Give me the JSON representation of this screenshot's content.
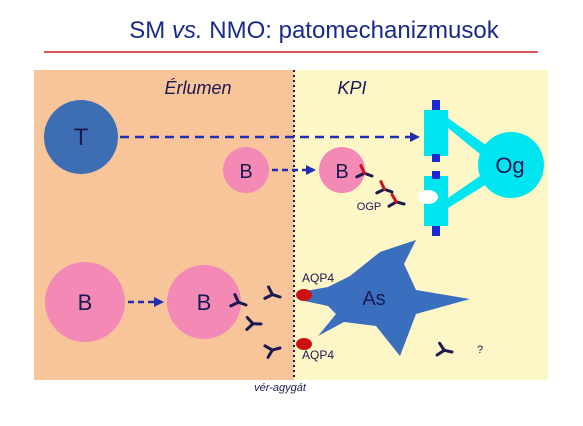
{
  "slide": {
    "title_part1": "SM ",
    "title_vs": "vs.",
    "title_part2": " NMO: patomechanizmusok"
  },
  "diagram": {
    "region_blood_label": "Érlumen",
    "region_cns_label": "KPI",
    "barrier_label": "vér-agygát",
    "cells": {
      "t_cell": "T",
      "b_cell": "B",
      "oligodendrocyte": "Og",
      "astrocyte": "As"
    },
    "antigens": {
      "ogp": "OGP",
      "aqp4": "AQP4"
    },
    "unknown_marker": "?"
  },
  "colors": {
    "title": "#1a2a8a",
    "title_rule": "#cc2222",
    "blood_region": "#f8c49a",
    "cns_region": "#fdf7c8",
    "t_cell": "#3d6db3",
    "b_cell": "#f28ab5",
    "oligodendrocyte": "#00e5f0",
    "oligodendrocyte_marker": "#1a2ad6",
    "astrocyte": "#3a6fc0",
    "aqp4": "#cc1111",
    "antibody_red": "#cc1122",
    "antibody_dark": "#1a1a50",
    "arrow": "#1f2fb0"
  }
}
